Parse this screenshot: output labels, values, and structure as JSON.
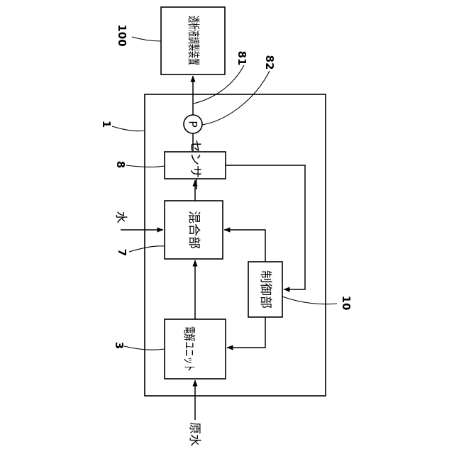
{
  "blocks": {
    "dialysate": "透析液調製装置",
    "sensor": "センサー",
    "mixer": "混合部",
    "controller": "制御部",
    "electrolysis": "電解ユニット"
  },
  "pump_symbol": "P",
  "inputs": {
    "raw_water": "原水",
    "water": "水"
  },
  "reference_numbers": {
    "dialysate_device": "100",
    "apparatus": "1",
    "pipe": "81",
    "pump": "82",
    "sensor": "8",
    "mixer": "7",
    "electrolysis": "3",
    "controller": "10"
  }
}
